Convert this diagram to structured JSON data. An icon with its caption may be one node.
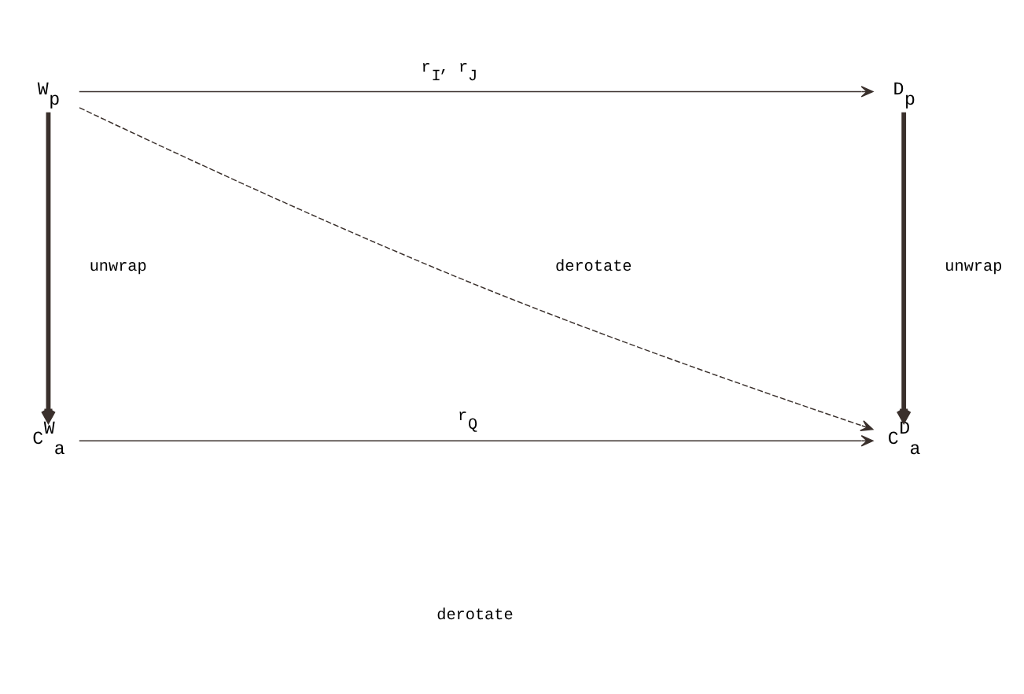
{
  "diagram": {
    "nodes": [
      {
        "text": [
          "W$_{p}$"
        ]
      },
      {
        "text": [
          "D$_{p}$"
        ]
      },
      {
        "text": [
          "C$^{W}$$_{a}$"
        ]
      },
      {
        "text": [
          "C$^{D}$$_{a}$"
        ]
      }
    ],
    "edges": [
      {
        "from": 0,
        "to": 1,
        "arrow": "to",
        "label": "r$_{I}$, r$_{J}$"
      },
      {
        "from": 0,
        "to": 2,
        "arrow": "to",
        "label": "unwrap",
        "style": "thick"
      },
      {
        "from": 1,
        "to": 3,
        "arrow": "to",
        "label": "unwrap",
        "style": "thick"
      },
      {
        "from": 0,
        "to": 3,
        "arrow": "to",
        "style": "dashed"
      },
      {
        "from": 2,
        "to": 3,
        "arrow": "to",
        "label": "r$_{Q}$"
      }
    ],
    "labels": [
      "derotate",
      "derotate"
    ]
  }
}
